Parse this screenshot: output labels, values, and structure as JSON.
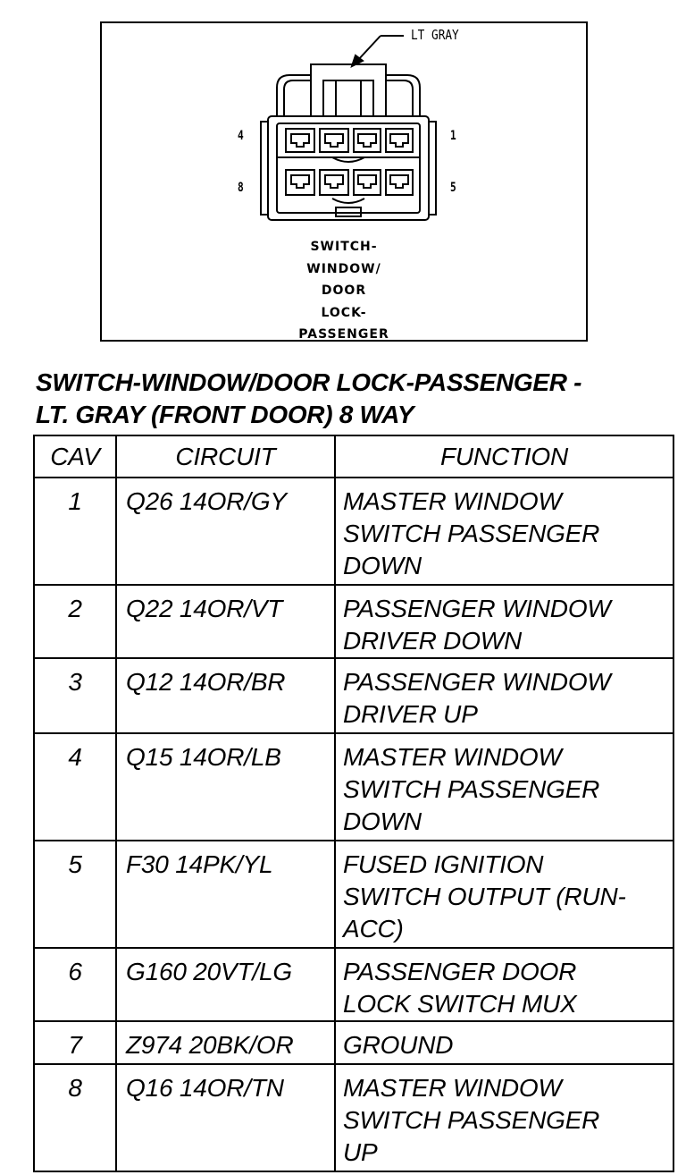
{
  "figure": {
    "callout": "LT GRAY",
    "pin_labels": {
      "top_left": "4",
      "top_right": "1",
      "bottom_left": "8",
      "bottom_right": "5"
    },
    "label_lines": [
      "SWITCH-",
      "WINDOW/",
      "DOOR",
      "LOCK-",
      "PASSENGER"
    ]
  },
  "title": {
    "line1": "SWITCH-WINDOW/DOOR LOCK-PASSENGER -",
    "line2": "LT. GRAY (FRONT DOOR) 8 WAY"
  },
  "table": {
    "headers": {
      "cav": "CAV",
      "circuit": "CIRCUIT",
      "function": "FUNCTION"
    },
    "rows": [
      {
        "cav": "1",
        "circuit": "Q26 14OR/GY",
        "function": [
          "MASTER WINDOW",
          "SWITCH PASSENGER",
          "DOWN"
        ]
      },
      {
        "cav": "2",
        "circuit": "Q22 14OR/VT",
        "function": [
          "PASSENGER WINDOW",
          "DRIVER DOWN"
        ]
      },
      {
        "cav": "3",
        "circuit": "Q12 14OR/BR",
        "function": [
          "PASSENGER WINDOW",
          "DRIVER UP"
        ]
      },
      {
        "cav": "4",
        "circuit": "Q15 14OR/LB",
        "function": [
          "MASTER WINDOW",
          "SWITCH PASSENGER",
          "DOWN"
        ]
      },
      {
        "cav": "5",
        "circuit": "F30 14PK/YL",
        "function": [
          "FUSED IGNITION",
          "SWITCH OUTPUT (RUN-",
          "ACC)"
        ]
      },
      {
        "cav": "6",
        "circuit": "G160 20VT/LG",
        "function": [
          "PASSENGER DOOR",
          "LOCK SWITCH MUX"
        ]
      },
      {
        "cav": "7",
        "circuit": "Z974 20BK/OR",
        "function": [
          "GROUND"
        ]
      },
      {
        "cav": "8",
        "circuit": "Q16 14OR/TN",
        "function": [
          "MASTER WINDOW",
          "SWITCH PASSENGER",
          "UP"
        ]
      }
    ]
  }
}
